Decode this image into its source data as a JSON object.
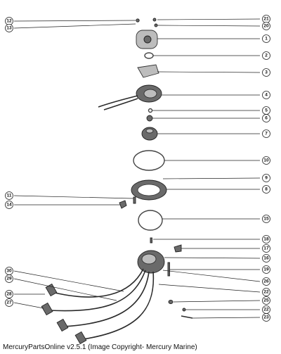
{
  "caption": "MercuryPartsOnline v2.5.1 (Image Copyright- Mercury Marine)",
  "callouts_right": [
    "21",
    "20",
    "1",
    "2",
    "3",
    "4",
    "5",
    "6",
    "7",
    "10",
    "9",
    "8",
    "15",
    "18",
    "17",
    "16",
    "19",
    "26",
    "22",
    "25",
    "22",
    "23"
  ],
  "callouts_left": [
    "12",
    "13",
    "11",
    "14",
    "30",
    "29",
    "28",
    "27"
  ]
}
